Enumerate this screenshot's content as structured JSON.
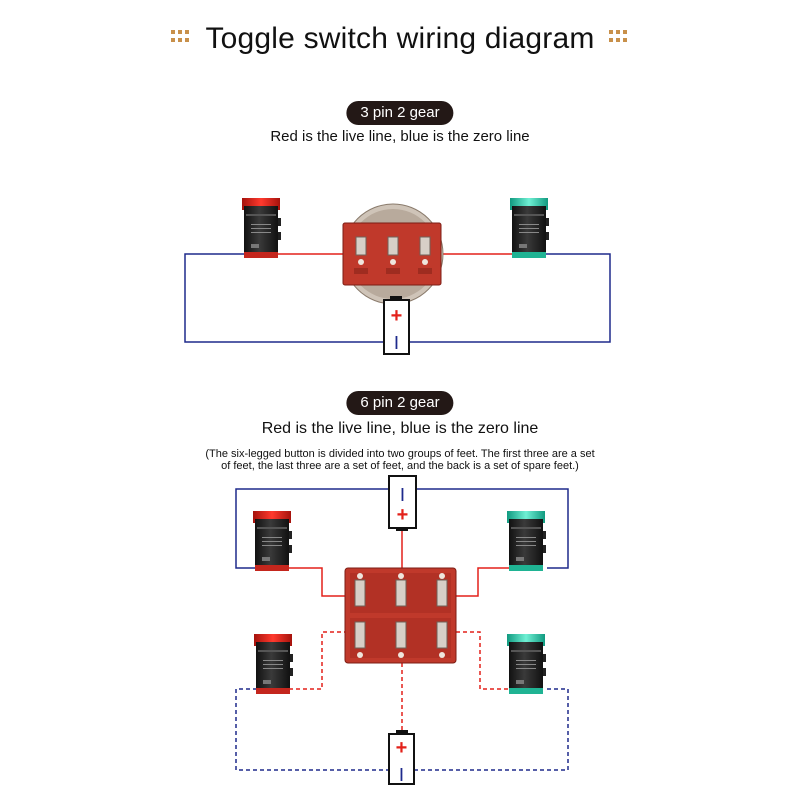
{
  "title": "Toggle switch wiring diagram",
  "section1": {
    "badge": "3 pin 2 gear",
    "subtitle": "Red is the live line, blue is the zero line"
  },
  "section2": {
    "badge": "6 pin 2 gear",
    "subtitle": "Red is the live line, blue is the zero line",
    "note_line1": "(The six-legged button is divided into two groups of feet. The first three are a set",
    "note_line2": "of feet, the last three are a set of feet, and the back is a set of spare feet.)"
  },
  "battery": {
    "plus": "+",
    "minus": "|"
  },
  "colors": {
    "live": "#e3211a",
    "neutral": "#1e2a8c",
    "switch_body": "#c0392b",
    "pill_bg": "#231816",
    "ornament": "#c8904a",
    "lamp_red": "#e8231b",
    "lamp_green": "#2fd1b0"
  }
}
